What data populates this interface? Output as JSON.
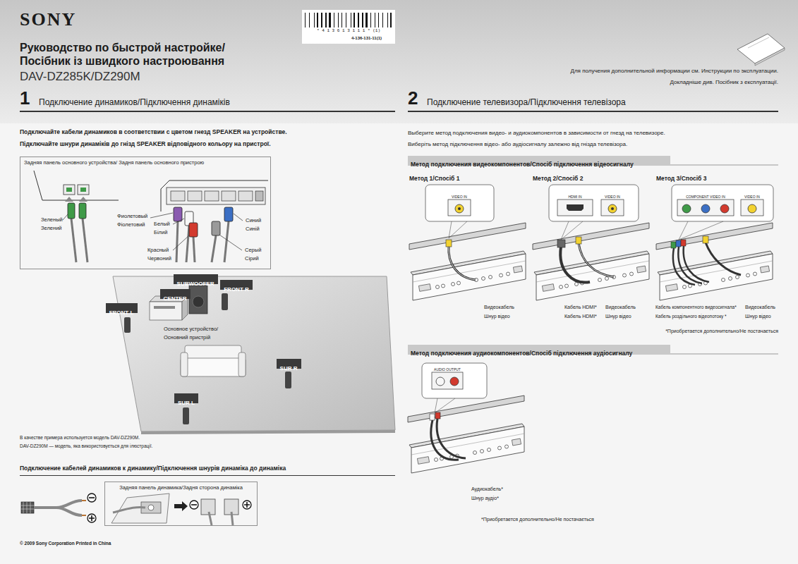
{
  "diagram": {
    "title": "Руководство по быстрой настройке/ Посібник із швидкого настроювання",
    "nodes": [
      {
        "text": [
          "Задняя панель основного устройства/ Задня панель основного пристрою"
        ]
      },
      {
        "text": [
          "SUBWOOFER"
        ]
      },
      {
        "text": [
          "CENTER"
        ]
      },
      {
        "text": [
          "FRONT R"
        ]
      },
      {
        "text": [
          "FRONT L"
        ]
      },
      {
        "text": [
          "SUR R"
        ]
      },
      {
        "text": [
          "SUR L"
        ]
      },
      {
        "text": [
          "Задняя панель динамика/Задня сторона динаміка"
        ]
      },
      {
        "text": [
          "Метод подключения видеокомпонентов/Спосіб підключення відеосигналу"
        ]
      },
      {
        "text": [
          "Метод подключения аудиокомпонентов/Спосіб підключення аудіосигналу"
        ]
      }
    ],
    "labels": [
      "SONY",
      "* 4 1 3 6 1 3 1 1 1 * (1)",
      "4-136-131-11(1)",
      "DAV-DZ285K/DZ290M",
      "Для получения дополнительной информации см. Инструкции по эксплуатации.",
      "Докладніше див. Посібник з експлуатації.",
      "1",
      "Подключение динамиков/Підключення динаміків",
      "2",
      "Подключение телевизора/Підключення телевізора",
      "Подключайте кабели динамиков в соответствии с цветом гнезд SPEAKER на устройстве.",
      "Підключайте шнури динаміків до гнізд SPEAKER відповідного кольору на пристрої.",
      "Зеленый",
      "Зелений",
      "Фиолетовый",
      "Фіолетовий",
      "Белый",
      "Білий",
      "Синий",
      "Синій",
      "Красный",
      "Червоний",
      "Серый",
      "Сірий",
      "Основное устройство/",
      "Основний пристрій",
      "В качестве примера используется модель DAV-DZ290M.",
      "DAV-DZ290M — модель, яка використовується для ілюстрації.",
      "Подключение кабелей динамиков к динамику/Підключення шнурів динаміка до динаміка",
      "© 2009 Sony Corporation Printed in China",
      "Выберите метод подключения видео- и аудиокомпонентов в зависимости от гнезд на телевизоре.",
      "Виберіть метод підключення відео- або аудіосигналу залежно від гнізда телевізора.",
      "Метод 1/Спосіб 1",
      "Метод 2/Спосіб 2",
      "Метод 3/Спосіб 3",
      "VIDEO IN",
      "HDMI IN",
      "VIDEO IN",
      "COMPONENT VIDEO IN",
      "VIDEO IN",
      "Видеокабель",
      "Шнур відео",
      "Кабель HDMI*",
      "Кабель HDMI*",
      "Видеокабель",
      "Шнур відео",
      "Кабель компонентного видеосигнала*",
      "Кабель роздільного відеопотоку *",
      "Видеокабель",
      "Шнур відео",
      "*Приобретается дополнительно/Не постачається",
      "AUDIO OUTPUT",
      "Аудиокабель*",
      "Шнур аудіо*",
      "*Приобретается дополнительно/Не постачається"
    ]
  }
}
